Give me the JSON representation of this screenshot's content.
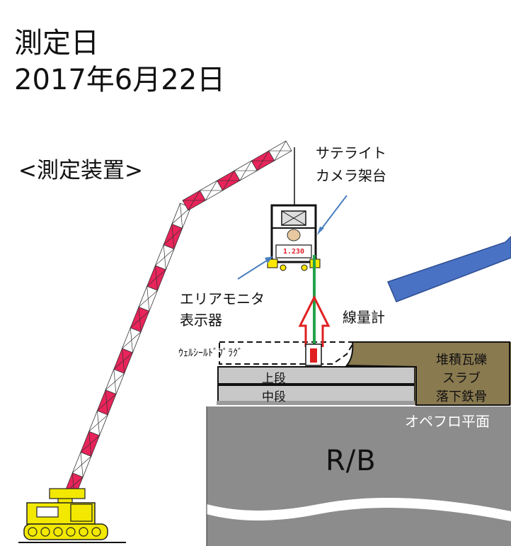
{
  "title": {
    "line1": "測定日",
    "line2": "2017年6月22日"
  },
  "subtitle": "<測定装置>",
  "labels": {
    "satellite_camera": [
      "サテライト",
      "カメラ架台"
    ],
    "area_monitor": [
      "エリアモニタ",
      "表示器"
    ],
    "dosimeter": "線量計",
    "well_shield_plug": "ｳｪﾙｼｰﾙﾄﾞﾌﾟﾗｸﾞ",
    "upper_stage": "上段",
    "middle_stage": "中段",
    "debris": [
      "堆積瓦礫",
      "スラブ",
      "落下鉄骨"
    ],
    "operating_floor": "オペフロ平面",
    "reactor_building": "R/B"
  },
  "monitor_value": "1.230",
  "colors": {
    "boom_red": "#e8245a",
    "crane_yellow": "#f2e800",
    "camera_frame": "#111111",
    "cable_green": "#22a24a",
    "arrow_red": "#e02020",
    "callout_blue": "#4a7fc0",
    "beam_blue": "#4a72c4",
    "debris_brown": "#7a6a44",
    "plug_gray": "#c8c8c8",
    "building_gray": "#8c8c8c"
  },
  "icons": [
    "crane-boom-icon",
    "crane-body-icon",
    "camera-mount-icon",
    "dosimeter-icon"
  ]
}
